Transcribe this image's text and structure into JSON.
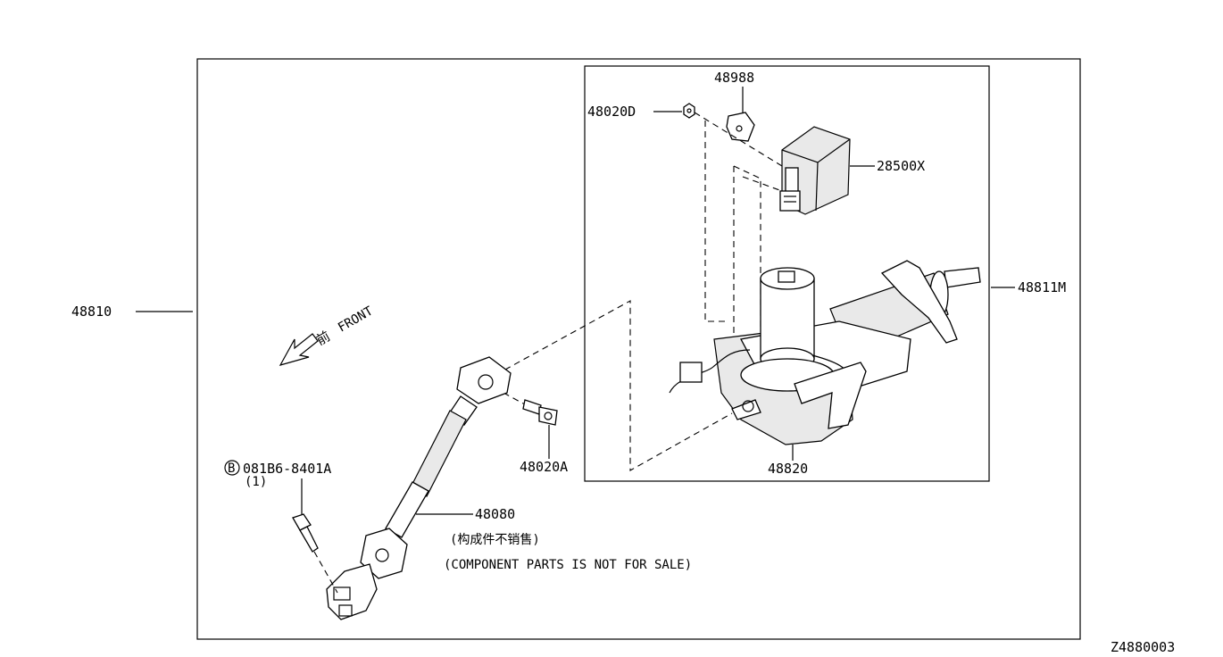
{
  "diagram": {
    "figure_code": "Z4880003",
    "assembly_label": "48810",
    "subassembly_label": "48811M",
    "direction": {
      "kanji": "前",
      "text": "FRONT"
    },
    "parts": {
      "bracket": "48988",
      "bolt_d": "48020D",
      "control_unit": "28500X",
      "column_motor": "48820",
      "bolt_a": "48020A",
      "lower_shaft": "48080",
      "bolt_b_circle": "B",
      "bolt_b_number": "081B6-8401A",
      "bolt_b_qty": "(1)"
    },
    "notes": {
      "cn": "(构成件不销售)",
      "en": "(COMPONENT PARTS IS NOT FOR SALE)"
    }
  }
}
